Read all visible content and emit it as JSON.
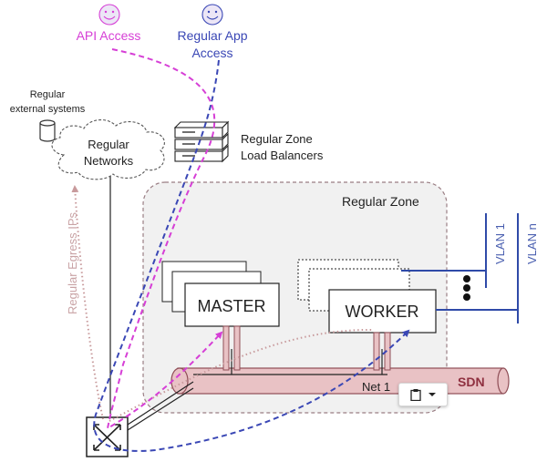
{
  "labels": {
    "api_access": "API Access",
    "regular_app_line1": "Regular App",
    "regular_app_line2": "Access",
    "external_line1": "Regular",
    "external_line2": "external systems",
    "networks_line1": "Regular",
    "networks_line2": "Networks",
    "lb_line1": "Regular Zone",
    "lb_line2": "Load Balancers",
    "zone": "Regular Zone",
    "master": "MASTER",
    "worker": "WORKER",
    "sdn": "SDN",
    "net": "Net 1",
    "egress": "Regular Egress IPs",
    "vlan1": "VLAN 1",
    "vlann": "VLAN n"
  },
  "colors": {
    "api_access": "#d63fd6",
    "app_access": "#3a47b5",
    "zone_border": "#9a7e84",
    "zone_fill": "#f1f1f1",
    "sdn_fill": "#e9c2c5",
    "sdn_stroke": "#8f4e57",
    "vlan": "#2f4aa8",
    "egress": "#c89a9c",
    "smiley": "#d9d0ee"
  },
  "icons": {
    "paste": "clipboard-icon",
    "dropdown": "caret-down-icon"
  }
}
